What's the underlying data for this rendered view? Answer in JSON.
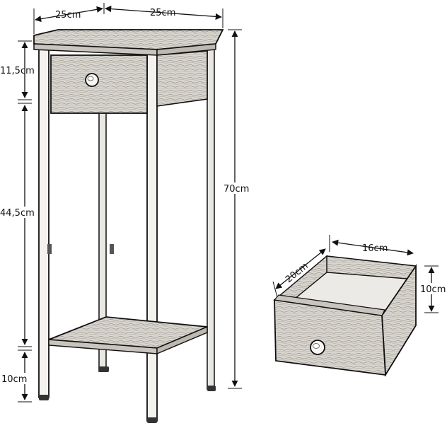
{
  "dimensions": {
    "table_depth": "25cm",
    "table_width": "25cm",
    "drawer_section_height": "11,5cm",
    "middle_section_height": "44,5cm",
    "leg_clearance_height": "10cm",
    "total_height": "70cm",
    "drawer_width": "16cm",
    "drawer_depth": "20cm",
    "drawer_height": "10cm"
  },
  "colors": {
    "ink": "#111111",
    "wood": "#d9d6d0",
    "wood_dark": "#bdb8b0",
    "background": "#ffffff"
  }
}
